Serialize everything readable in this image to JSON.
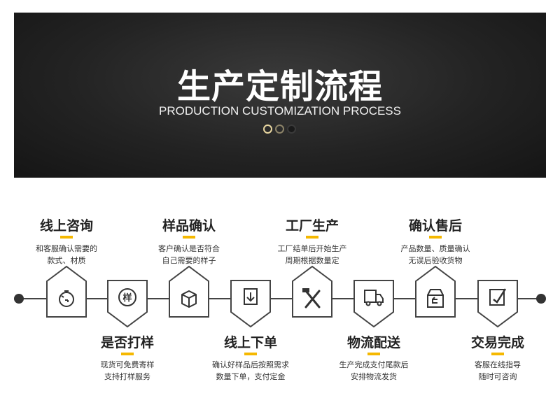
{
  "banner": {
    "title": "生产定制流程",
    "subtitle": "PRODUCTION CUSTOMIZATION PROCESS"
  },
  "steps": [
    {
      "title": "线上咨询",
      "desc1": "和客服确认需要的",
      "desc2": "款式、材质",
      "icon": "timer-icon"
    },
    {
      "title": "是否打样",
      "desc1": "现货可免费寄样",
      "desc2": "支持打样服务",
      "icon": "sample-tag-icon",
      "icon_text": "样"
    },
    {
      "title": "样品确认",
      "desc1": "客户确认是否符合",
      "desc2": "自己需要的样子",
      "icon": "box-icon"
    },
    {
      "title": "线上下单",
      "desc1": "确认好样品后按照需求",
      "desc2": "数量下单，支付定金",
      "icon": "download-order-icon"
    },
    {
      "title": "工厂生产",
      "desc1": "工厂结单后开始生产",
      "desc2": "周期根据数量定",
      "icon": "hammer-wrench-icon"
    },
    {
      "title": "物流配送",
      "desc1": "生产完成支付尾款后",
      "desc2": "安排物流发货",
      "icon": "truck-icon"
    },
    {
      "title": "确认售后",
      "desc1": "产品数量、质量确认",
      "desc2": "无误后验收货物",
      "icon": "return-box-icon"
    },
    {
      "title": "交易完成",
      "desc1": "客服在线指导",
      "desc2": "随时可咨询",
      "icon": "edit-check-icon"
    }
  ],
  "colors": {
    "accent": "#f5b800",
    "line": "#444444",
    "banner": "#222222"
  }
}
